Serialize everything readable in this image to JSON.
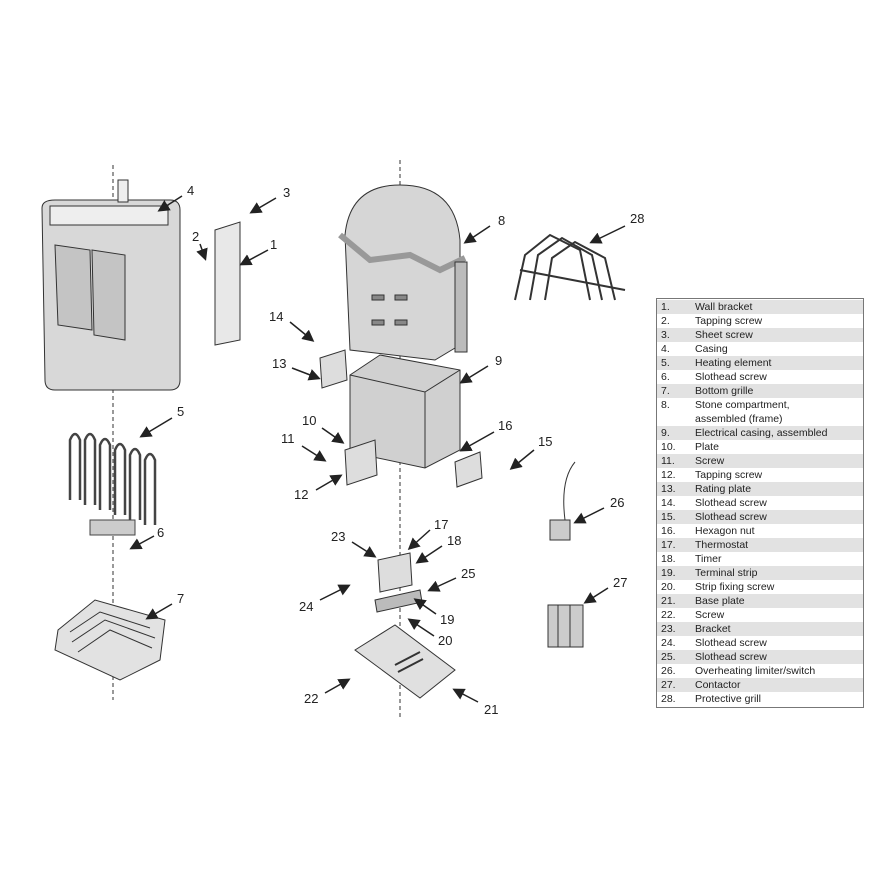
{
  "callouts": [
    "1",
    "2",
    "3",
    "4",
    "5",
    "6",
    "7",
    "8",
    "9",
    "10",
    "11",
    "12",
    "13",
    "14",
    "15",
    "16",
    "17",
    "18",
    "19",
    "20",
    "21",
    "22",
    "23",
    "24",
    "25",
    "26",
    "27",
    "28"
  ],
  "parts": [
    {
      "num": "1.",
      "name": "Wall bracket"
    },
    {
      "num": "2.",
      "name": "Tapping screw"
    },
    {
      "num": "3.",
      "name": "Sheet screw"
    },
    {
      "num": "4.",
      "name": "Casing"
    },
    {
      "num": "5.",
      "name": "Heating element"
    },
    {
      "num": "6.",
      "name": "Slothead screw"
    },
    {
      "num": "7.",
      "name": "Bottom grille"
    },
    {
      "num": "8.",
      "name": "Stone compartment, assembled (frame)"
    },
    {
      "num": "9.",
      "name": "Electrical casing, assembled"
    },
    {
      "num": "10.",
      "name": "Plate"
    },
    {
      "num": "11.",
      "name": "Screw"
    },
    {
      "num": "12.",
      "name": "Tapping screw"
    },
    {
      "num": "13.",
      "name": "Rating plate"
    },
    {
      "num": "14.",
      "name": "Slothead screw"
    },
    {
      "num": "15.",
      "name": "Slothead screw"
    },
    {
      "num": "16.",
      "name": "Hexagon nut"
    },
    {
      "num": "17.",
      "name": "Thermostat"
    },
    {
      "num": "18.",
      "name": "Timer"
    },
    {
      "num": "19.",
      "name": "Terminal strip"
    },
    {
      "num": "20.",
      "name": "Strip fixing screw"
    },
    {
      "num": "21.",
      "name": "Base plate"
    },
    {
      "num": "22.",
      "name": "Screw"
    },
    {
      "num": "23.",
      "name": "Bracket"
    },
    {
      "num": "24.",
      "name": "Slothead screw"
    },
    {
      "num": "25.",
      "name": "Slothead screw"
    },
    {
      "num": "26.",
      "name": "Overheating limiter/switch"
    },
    {
      "num": "27.",
      "name": "Contactor"
    },
    {
      "num": "28.",
      "name": "Protective grill"
    }
  ]
}
